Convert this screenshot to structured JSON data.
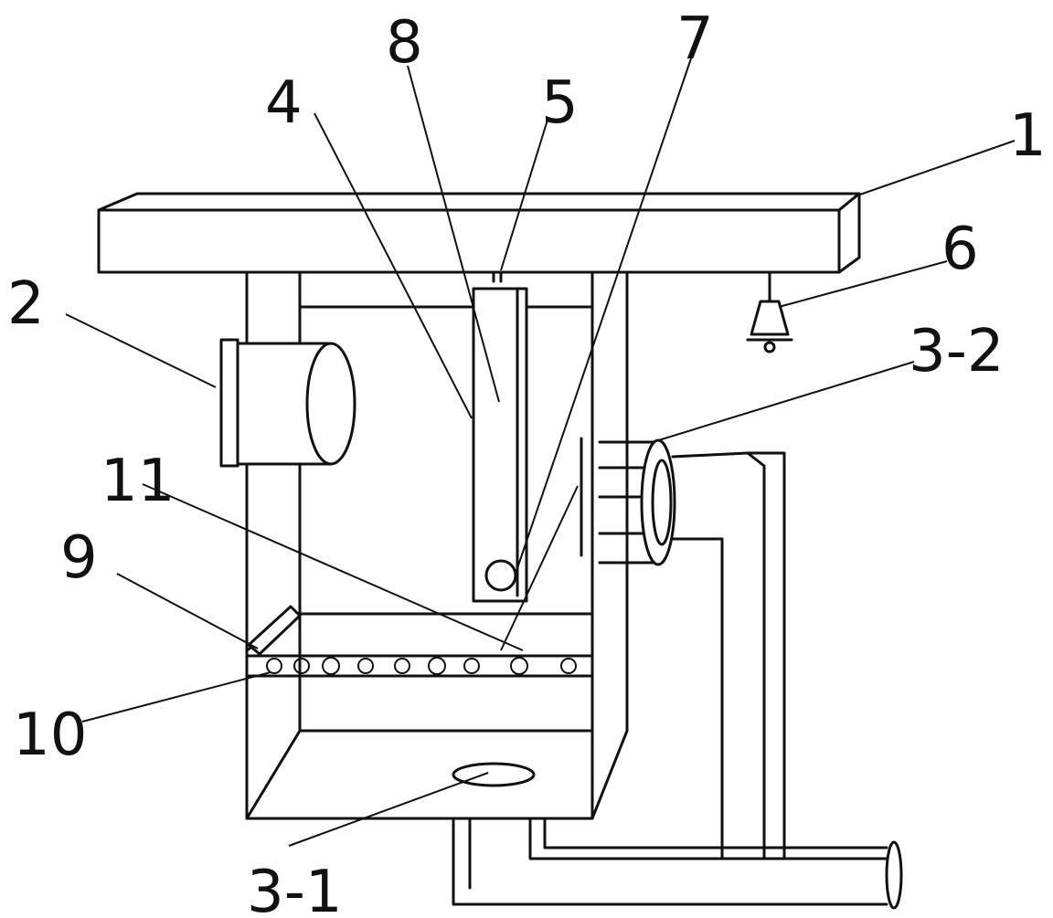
{
  "labels": {
    "l1": "1",
    "l2": "2",
    "l3_1": "3-1",
    "l3_2": "3-2",
    "l4": "4",
    "l5": "5",
    "l6": "6",
    "l7": "7",
    "l8": "8",
    "l9": "9",
    "l10": "10",
    "l11": "11"
  }
}
